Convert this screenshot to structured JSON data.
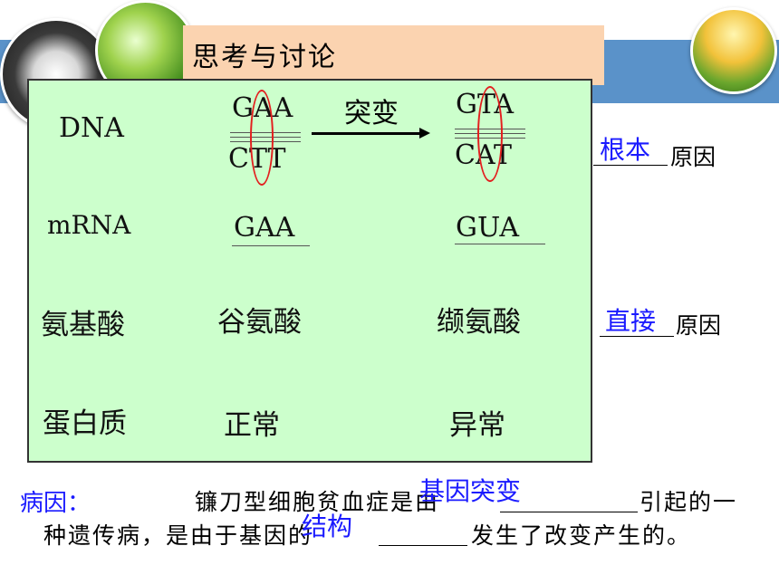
{
  "slide": {
    "title": "思考与讨论",
    "rows": {
      "dna_label": "DNA",
      "mrna_label": "mRNA",
      "amino_label": "氨基酸",
      "protein_label": "蛋白质"
    },
    "normal": {
      "dna_top": "GAA",
      "dna_bottom": "CTT",
      "mrna": "GAA",
      "amino": "谷氨酸",
      "protein": "正常"
    },
    "mutant": {
      "dna_top": "GTA",
      "dna_bottom": "CAT",
      "mrna": "GUA",
      "amino": "缬氨酸",
      "protein": "异常"
    },
    "arrow_label": "突变",
    "notes": {
      "root_answer": "根本",
      "root_suffix": "原因",
      "direct_answer": "直接",
      "direct_suffix": "原因"
    },
    "bottom": {
      "cause_label": "病因：",
      "line1_text": "镰刀型细胞贫血症是由",
      "line1_suffix": "引起的一",
      "line1_answer": "基因突变",
      "line2_text": "种遗传病，是由于基因的",
      "line2_suffix": "发生了改变产生的。",
      "line2_answer": "结构"
    },
    "colors": {
      "banner_blue": "#5a92c9",
      "title_bg": "#fbd3b0",
      "panel_green": "#ccffcc",
      "answer_blue": "#1a1aff",
      "circle_red": "#e31f1f"
    }
  }
}
